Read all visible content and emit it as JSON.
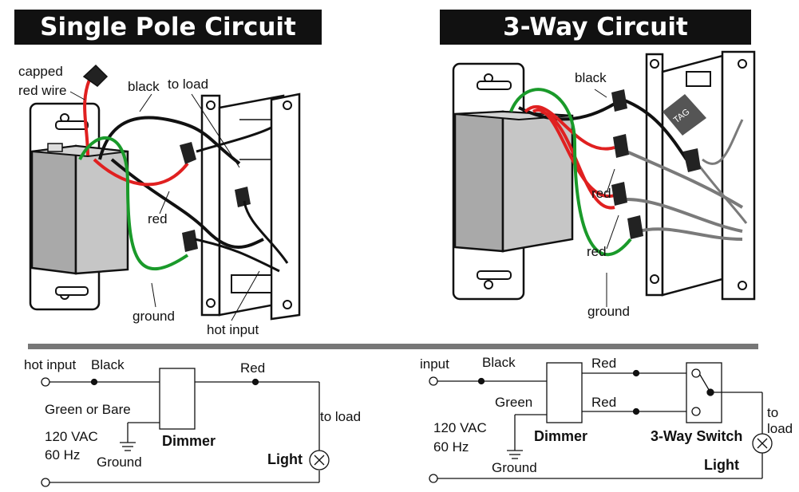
{
  "single_pole": {
    "title": "Single Pole Circuit",
    "labels": {
      "capped_red_wire_1": "capped",
      "capped_red_wire_2": "red wire",
      "black": "black",
      "to_load": "to load",
      "red": "red",
      "ground": "ground",
      "hot_input": "hot input"
    },
    "schematic": {
      "hot_input": "hot input",
      "black": "Black",
      "red": "Red",
      "green_or_bare": "Green or Bare",
      "voltage": "120 VAC",
      "frequency": "60 Hz",
      "ground": "Ground",
      "dimmer": "Dimmer",
      "to_load": "to load",
      "light": "Light"
    }
  },
  "three_way": {
    "title": "3-Way Circuit",
    "labels": {
      "black": "black",
      "tag": "TAG",
      "red_1": "red",
      "red_2": "red",
      "ground": "ground"
    },
    "schematic": {
      "input": "input",
      "black": "Black",
      "red_1": "Red",
      "red_2": "Red",
      "green": "Green",
      "voltage": "120 VAC",
      "frequency": "60 Hz",
      "ground": "Ground",
      "dimmer": "Dimmer",
      "switch": "3-Way Switch",
      "light": "Light",
      "to_load_1": "to",
      "to_load_2": "load"
    }
  },
  "colors": {
    "black_wire": "#111111",
    "red_wire": "#e02020",
    "green_wire": "#1a9a2a",
    "gray_wire": "#7a7a7a",
    "dimmer_body": "#b8b8b8",
    "divider": "#777777"
  }
}
